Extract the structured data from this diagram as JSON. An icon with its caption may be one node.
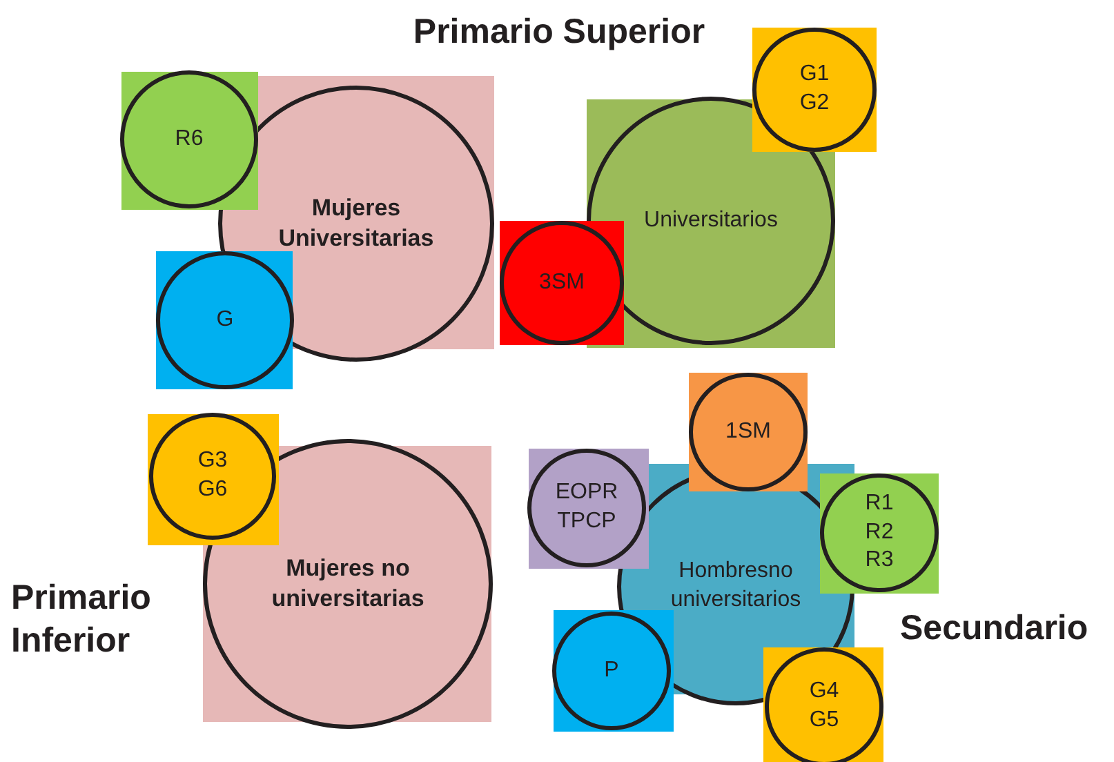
{
  "diagram": {
    "title": "Primario Superior",
    "nodes": [
      {
        "text": [
          "Mujeres Universitarias"
        ]
      },
      {
        "text": [
          "R6"
        ]
      },
      {
        "text": [
          "G"
        ]
      },
      {
        "text": [
          "Universitarios"
        ]
      },
      {
        "text": [
          "G1 G2"
        ]
      },
      {
        "text": [
          "3SM"
        ]
      },
      {
        "text": [
          "G3 G6"
        ]
      },
      {
        "text": [
          "Mujeres no universitarias"
        ]
      },
      {
        "text": [
          "1SM"
        ]
      },
      {
        "text": [
          "EOPR TPCP"
        ]
      },
      {
        "text": [
          "Hombresno universitarios"
        ]
      },
      {
        "text": [
          "R1 R2 R3"
        ]
      },
      {
        "text": [
          "P"
        ]
      },
      {
        "text": [
          "G4 G5"
        ]
      }
    ],
    "labels": [
      "Primario Inferior",
      "Secundario"
    ]
  }
}
